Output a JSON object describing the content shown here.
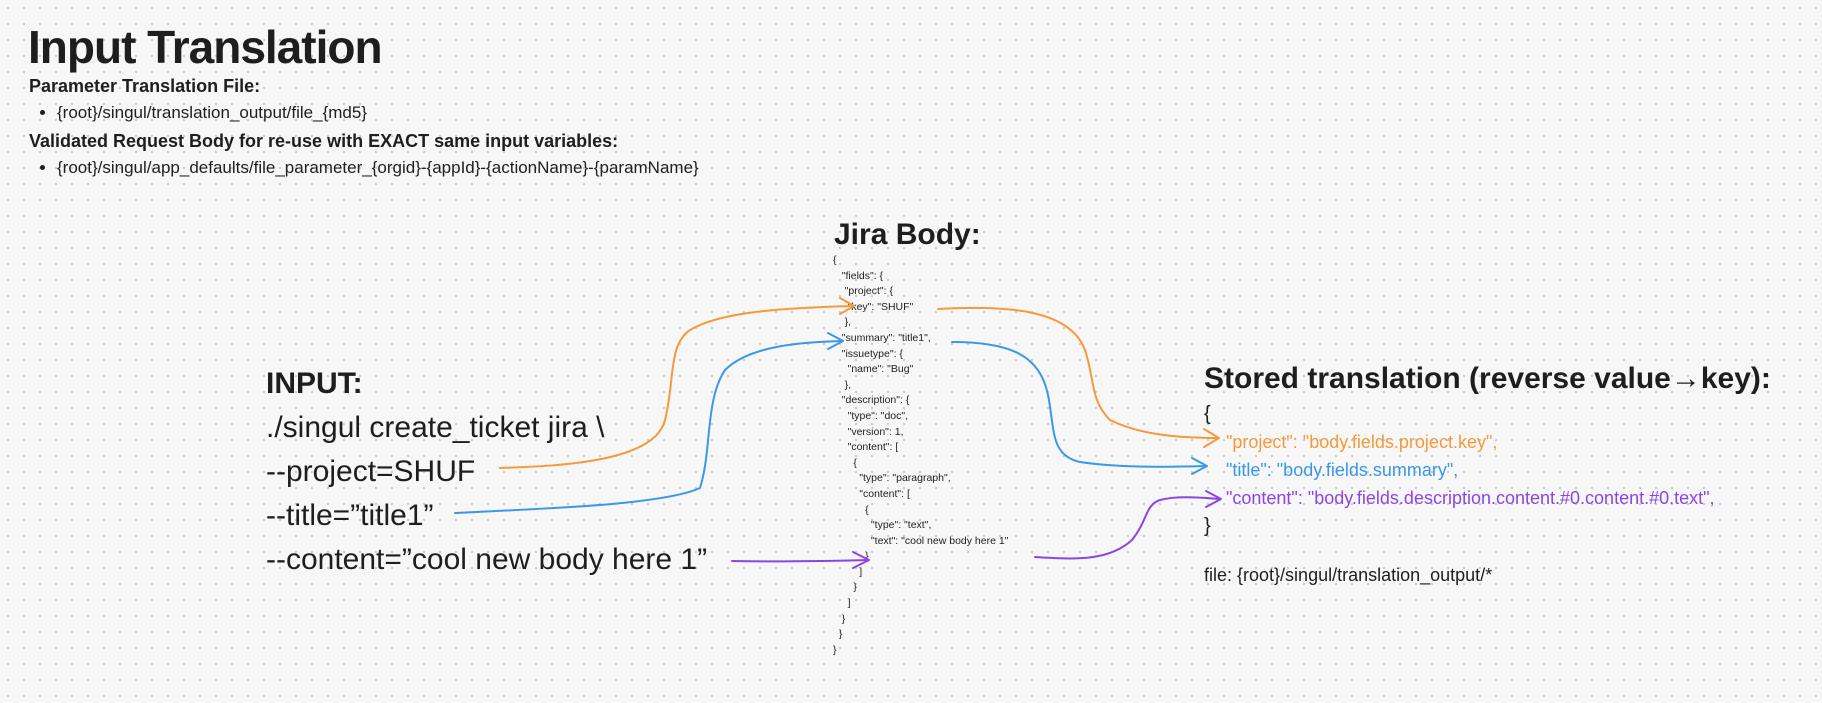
{
  "heading": {
    "title": "Input Translation",
    "param_file_label": "Parameter Translation File:",
    "param_file_path": "{root}/singul/translation_output/file_{md5}",
    "validated_label": "Validated Request Body for re-use with EXACT same input variables:",
    "validated_path": "{root}/singul/app_defaults/file_parameter_{orgid}-{appId}-{actionName}-{paramName}"
  },
  "input": {
    "title": "INPUT:",
    "lines": [
      "./singul create_ticket jira \\",
      "--project=SHUF",
      "--title=”title1”",
      "--content=”cool new body here 1”"
    ]
  },
  "jira": {
    "title": "Jira Body:",
    "body": "{\n   \"fields\": {\n    \"project\": {\n     \"key\": \"SHUF\"\n    },\n   \"summary\": \"title1\",\n   \"issuetype\": {\n     \"name\": \"Bug\"\n    },\n   \"description\": {\n     \"type\": \"doc\",\n     \"version\": 1,\n     \"content\": [\n       {\n         \"type\": \"paragraph\",\n         \"content\": [\n           {\n             \"type\": \"text\",\n             \"text\": \"cool new body here 1\"\n           }\n         ]\n       }\n     ]\n   }\n  }\n}"
  },
  "stored": {
    "title": "Stored translation (reverse value→key):",
    "open_brace": "{",
    "entries": [
      "\"project\": \"body.fields.project.key\",",
      "\"title\": \"body.fields.summary\",",
      "\"content\": \"body.fields.description.content.#0.content.#0.text\","
    ],
    "close_brace": "}",
    "file_line": "file: {root}/singul/translation_output/*"
  },
  "colors": {
    "project": "#f59a3b",
    "title": "#3a98e8",
    "content": "#8b45e6",
    "text": "#1e1e1e",
    "background": "#f7f7f7"
  }
}
